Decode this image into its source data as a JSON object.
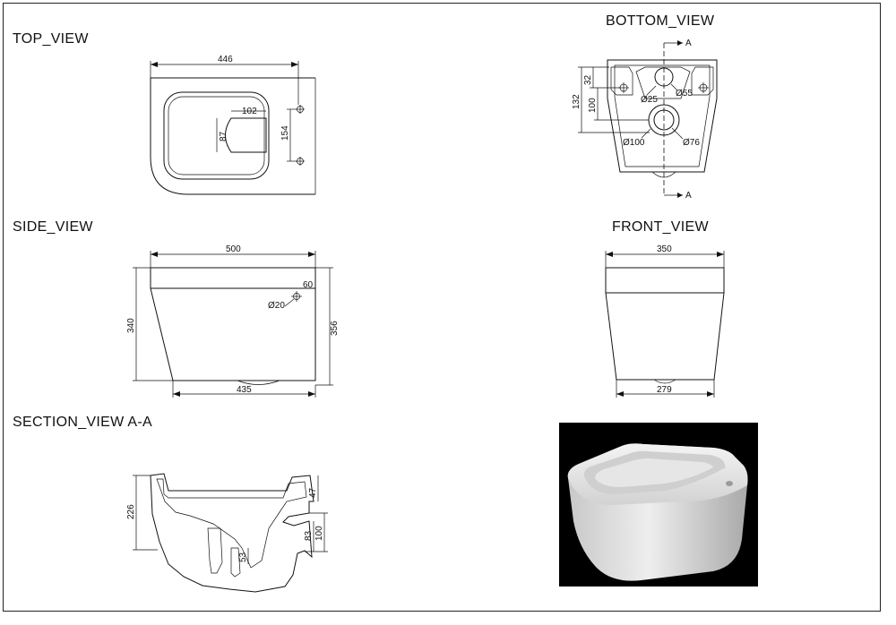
{
  "views": {
    "top": {
      "title": "TOP_VIEW",
      "dims": {
        "length": "446",
        "width_inner": "102",
        "height_inner": "87",
        "spacing": "154"
      }
    },
    "bottom": {
      "title": "BOTTOM_VIEW",
      "dims": {
        "d32": "32",
        "d132": "132",
        "d100": "100",
        "dia25": "Ø25",
        "dia55": "Ø55",
        "dia100": "Ø100",
        "dia76": "Ø76"
      },
      "section_marker": "A"
    },
    "side": {
      "title": "SIDE_VIEW",
      "dims": {
        "top_length": "500",
        "d60": "60",
        "dia20": "Ø20",
        "left_height": "340",
        "right_height": "356",
        "bottom_length": "435"
      }
    },
    "front": {
      "title": "FRONT_VIEW",
      "dims": {
        "top_width": "350",
        "bottom_width": "279"
      }
    },
    "section": {
      "title": "SECTION_VIEW  A-A",
      "dims": {
        "d226": "226",
        "d47": "47",
        "d83": "83",
        "d100": "100",
        "d53": "53"
      }
    }
  },
  "photo": {
    "alt": "wall-hung bidet product photo",
    "background": "#000000",
    "body_color": "#dcdcdc"
  }
}
